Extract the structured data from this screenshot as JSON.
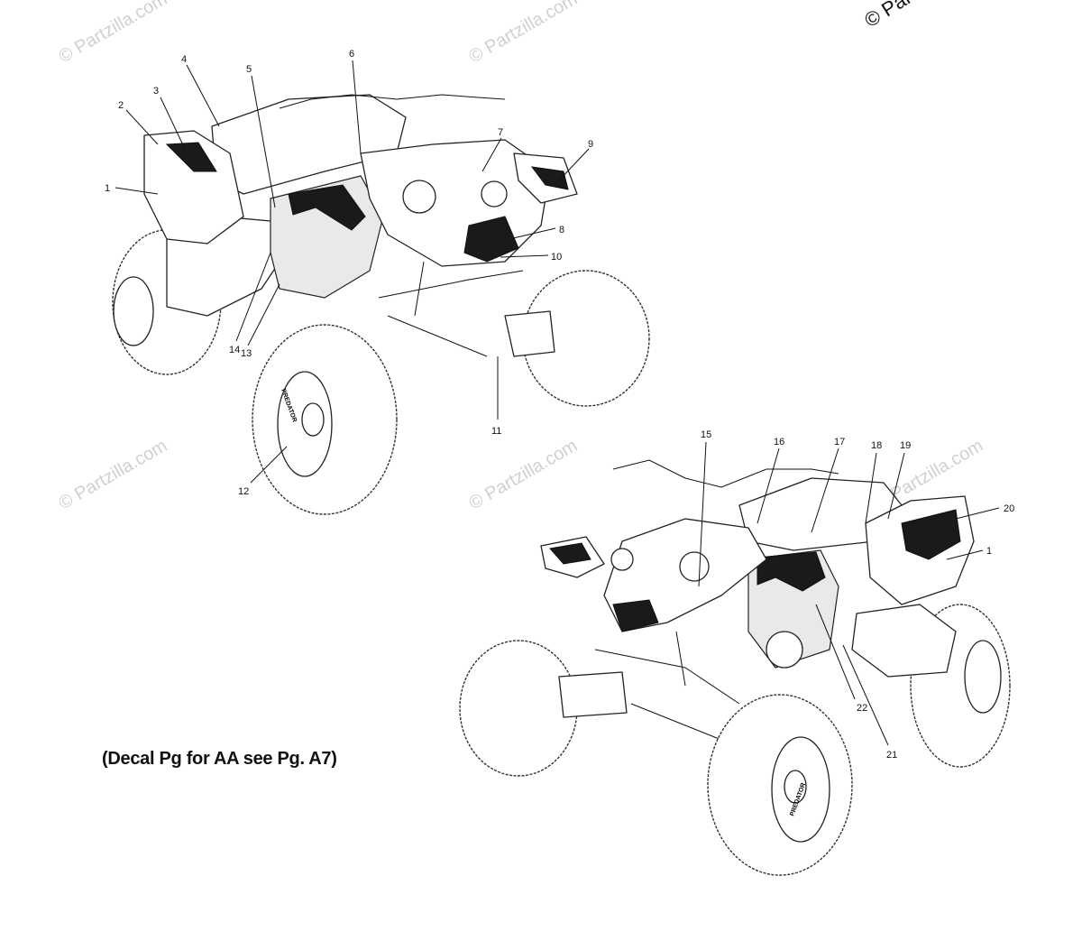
{
  "copyright": "© Partzilla.c",
  "watermark": "© Partzilla.com",
  "note": "(Decal Pg for AA see Pg. A7)",
  "tire_brand": "PREDATOR",
  "callouts": {
    "c1a": "1",
    "c2": "2",
    "c3": "3",
    "c4": "4",
    "c5": "5",
    "c6": "6",
    "c7": "7",
    "c8": "8",
    "c9": "9",
    "c10": "10",
    "c11": "11",
    "c12": "12",
    "c13": "13",
    "c14": "14",
    "c15": "15",
    "c16": "16",
    "c17": "17",
    "c18": "18",
    "c19": "19",
    "c20": "20",
    "c1b": "1",
    "c21": "21",
    "c22": "22"
  }
}
